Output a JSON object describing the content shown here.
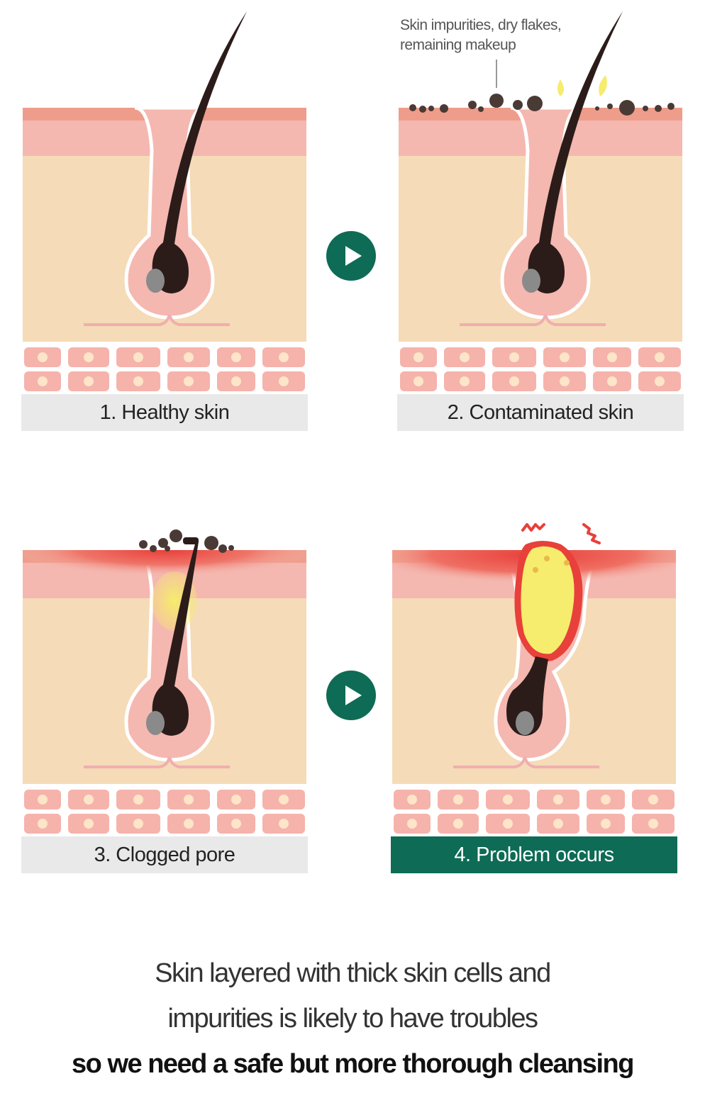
{
  "annotation": {
    "line1": "Skin impurities, dry flakes,",
    "line2": "remaining makeup"
  },
  "panels": [
    {
      "label": "1. Healthy skin",
      "state": "healthy"
    },
    {
      "label": "2. Contaminated skin",
      "state": "contaminated"
    },
    {
      "label": "3. Clogged pore",
      "state": "clogged"
    },
    {
      "label": "4. Problem occurs",
      "state": "problem",
      "highlight": true
    }
  ],
  "caption": {
    "line1": "Skin layered with thick skin cells and",
    "line2": "impurities  is likely to have troubles",
    "line3": "so we need a safe but more thorough cleansing"
  },
  "colors": {
    "accent": "#0e6b55",
    "epidermis": "#f4b8b0",
    "dermis": "#f5dbb7",
    "hair": "#2b1c1a",
    "inflammation": "#e8403a",
    "pus": "#f6ec6d"
  },
  "icons": {
    "next_arrow": "play-triangle-icon"
  }
}
